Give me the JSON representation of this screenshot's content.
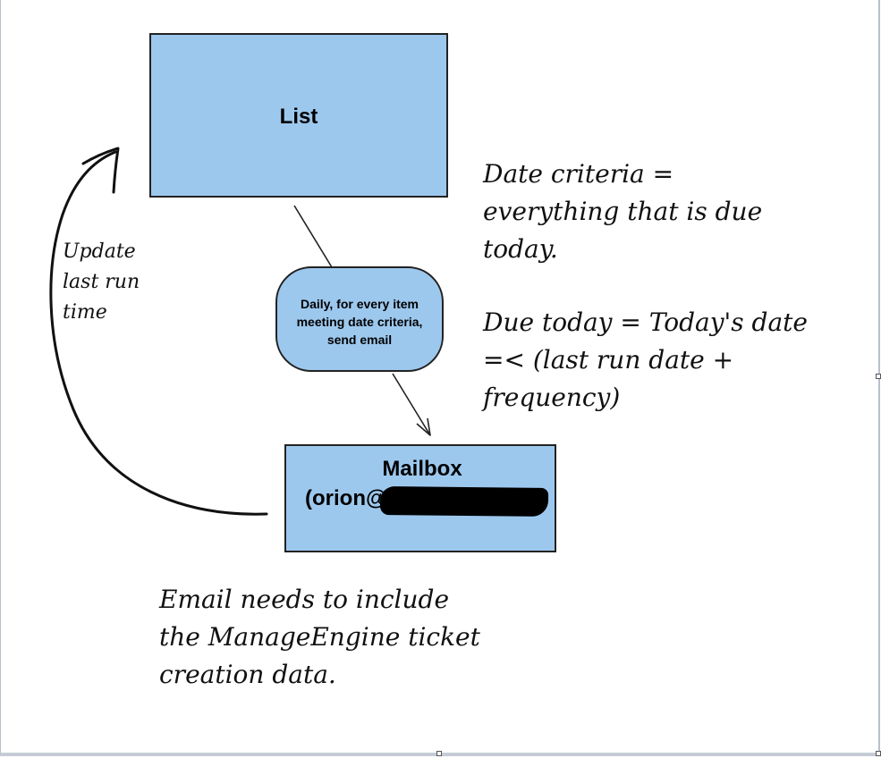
{
  "diagram": {
    "nodes": {
      "list": {
        "label": "List"
      },
      "process": {
        "label": "Daily, for every item meeting date criteria, send email"
      },
      "mailbox": {
        "title": "Mailbox",
        "address": "(orion@"
      }
    },
    "notes": {
      "date_criteria": [
        "Date criteria =",
        "everything that is due",
        "today."
      ],
      "due_today": [
        "Due today = Today's date",
        "=< (last run date +",
        "frequency)"
      ],
      "update_last_run": [
        "Update",
        "last run",
        "time"
      ],
      "email_requirement": [
        "Email needs to include",
        "the ManageEngine ticket",
        "creation data."
      ]
    },
    "edges": [
      {
        "from": "list",
        "to": "process"
      },
      {
        "from": "process",
        "to": "mailbox"
      },
      {
        "from": "mailbox",
        "to": "list"
      }
    ],
    "colors": {
      "box_fill": "#9dc8ee",
      "box_stroke": "#222222",
      "connector": "#222222",
      "redaction": "#000000"
    }
  }
}
